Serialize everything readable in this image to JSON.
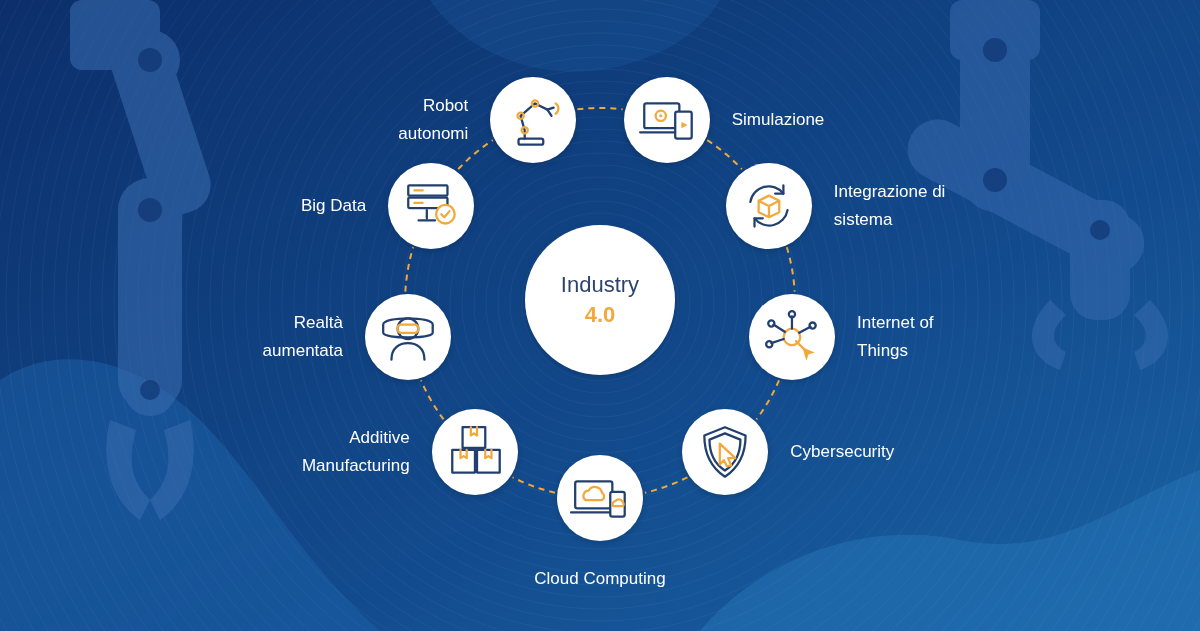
{
  "diagram": {
    "nodes": [
      {
        "text": [
          "Industry",
          "4.0"
        ]
      },
      {
        "text": [
          "Robot autonomi"
        ]
      },
      {
        "text": [
          "Simulazione"
        ]
      },
      {
        "text": [
          "Integrazione di sistema"
        ]
      },
      {
        "text": [
          "Internet of Things"
        ]
      },
      {
        "text": [
          "Cybersecurity"
        ]
      },
      {
        "text": [
          "Cloud Computing"
        ]
      },
      {
        "text": [
          "Additive Manufacturing"
        ]
      },
      {
        "text": [
          "Realtà aumentata"
        ]
      },
      {
        "text": [
          "Big Data"
        ]
      }
    ],
    "edges": [
      {
        "from": 1,
        "to": 2,
        "arrow": "none"
      },
      {
        "from": 2,
        "to": 3,
        "arrow": "none"
      },
      {
        "from": 3,
        "to": 4,
        "arrow": "none"
      },
      {
        "from": 4,
        "to": 5,
        "arrow": "none"
      },
      {
        "from": 5,
        "to": 6,
        "arrow": "none"
      },
      {
        "from": 6,
        "to": 7,
        "arrow": "none"
      },
      {
        "from": 7,
        "to": 8,
        "arrow": "none"
      },
      {
        "from": 8,
        "to": 9,
        "arrow": "none"
      },
      {
        "from": 9,
        "to": 1,
        "arrow": "none"
      }
    ]
  }
}
